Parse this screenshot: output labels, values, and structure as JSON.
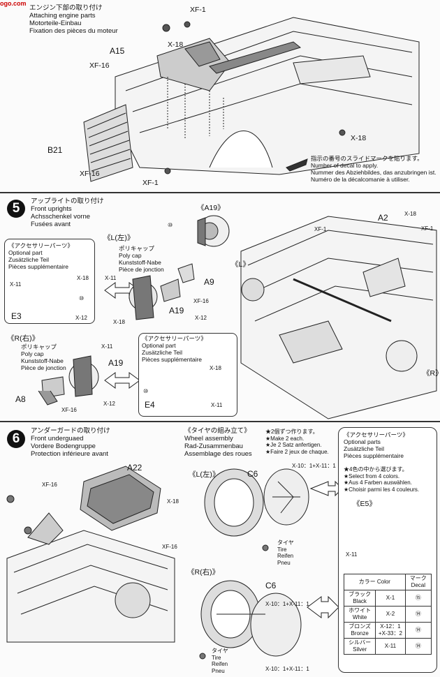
{
  "watermark": "ogo.com",
  "step4": {
    "lines": [
      "エンジン下部の取り付け",
      "Attaching engine parts",
      "Motorteile-Einbau",
      "Fixation des pièces du moteur"
    ],
    "parts": {
      "xf1_top": "XF-1",
      "x18_top": "X-18",
      "a15": "A15",
      "xf16_left": "XF-16",
      "b21": "B21",
      "xf16_bottom": "XF-16",
      "xf1_bottom": "XF-1",
      "x18_right": "X-18"
    },
    "note": [
      "指示の番号のスライドマークを貼ります。",
      "Number of decal to apply.",
      "Nummer des Abziehbildes, das anzubringen ist.",
      "Numéro de la décalcomanie à utiliser."
    ]
  },
  "step5": {
    "number": "5",
    "lines": [
      "アップライトの取り付け",
      "Front uprights",
      "Achsschenkel vorne",
      "Fusées avant"
    ],
    "a19_top": "《A19》",
    "left_tag": "《L(左)》",
    "right_tag": "《R(右)》",
    "l_view": "《L》",
    "r_view": "《R》",
    "accessory": [
      "《アクセサリーパーツ》",
      "Optional part",
      "Zusätzliche Teil",
      "Pièces supplémentaire"
    ],
    "polycap": [
      "ポリキャップ",
      "Poly cap",
      "Kunststoff-Nabe",
      "Pièce de jonction"
    ],
    "parts": {
      "x11": "X-11",
      "x18": "X-18",
      "x12": "X-12",
      "e3": "E3",
      "e4": "E4",
      "a9": "A9",
      "a19": "A19",
      "xf16": "XF-16",
      "a8": "A8",
      "a2": "A2",
      "xf1": "XF-1",
      "num10": "⑩"
    }
  },
  "step6": {
    "number": "6",
    "lines": [
      "アンダーガードの取り付け",
      "Front underguaed",
      "Vordere Bodengruppe",
      "Protection inférieure avant"
    ],
    "parts": {
      "a22": "A22",
      "xf16": "XF-16",
      "x18": "X-18"
    }
  },
  "wheel": {
    "lines": [
      "《タイヤの組み立て》",
      "Wheel assembly",
      "Rad-Zusammenbau",
      "Assemblage des roues"
    ],
    "make2": [
      "★2個ずつ作ります。",
      "★Make 2 each.",
      "★Je 2 Satz anfertigen.",
      "★Faire 2 jeux de chaque."
    ],
    "left_tag": "《L(左)》",
    "right_tag": "《R(右)》",
    "c6": "C6",
    "paint": "X-10：1+X-11：1",
    "tire": [
      "タイヤ",
      "Tire",
      "Reifen",
      "Pneu"
    ]
  },
  "options": {
    "title": [
      "《アクセサリーパーツ》",
      "Optional parts",
      "Zusätzliche Teil",
      "Pièces supplémentaire"
    ],
    "select": [
      "★4色の中から選びます。",
      "★Select from 4 colors.",
      "★Aus 4 Farben auswählen.",
      "★Choisir parmi les 4 couleurs."
    ],
    "e5": "《E5》",
    "x11": "X-11",
    "table": {
      "headers": [
        "カラー Color",
        "マーク Decal"
      ],
      "rows": [
        {
          "color": "ブラック Black",
          "paint": "X-1",
          "decal": "⑮"
        },
        {
          "color": "ホワイト White",
          "paint": "X-2",
          "decal": "⑭"
        },
        {
          "color": "ブロンズ Bronze",
          "paint": "X-12：1 +X-33：2",
          "decal": "⑭"
        },
        {
          "color": "シルバー Silver",
          "paint": "X-11",
          "decal": "⑭"
        }
      ]
    }
  }
}
